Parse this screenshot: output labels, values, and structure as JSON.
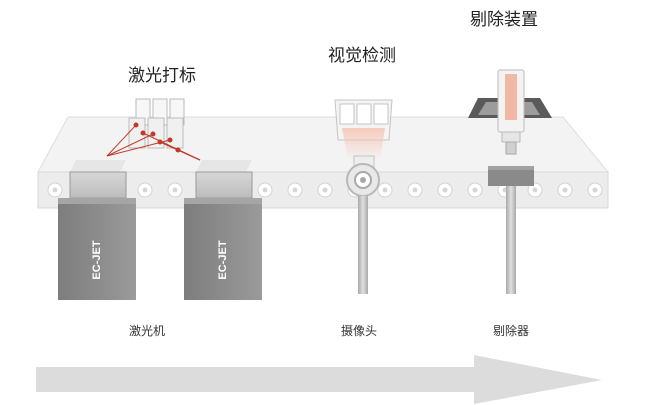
{
  "stations": {
    "laser": {
      "title": "激光打标",
      "device_label": "激光机",
      "unit_text": "EC-JET"
    },
    "vision": {
      "title": "视觉检测",
      "device_label": "摄像头"
    },
    "reject": {
      "title": "剔除装置",
      "device_label": "剔除器"
    }
  },
  "colors": {
    "belt": "#efefef",
    "machine": "#8c8c8c",
    "accent_red": "#c0392b",
    "highlight": "#f2b8a6",
    "arrow": "#dcdcdc"
  },
  "icons": [
    "laser-unit-icon",
    "camera-icon",
    "rejector-icon",
    "process-arrow-icon"
  ]
}
